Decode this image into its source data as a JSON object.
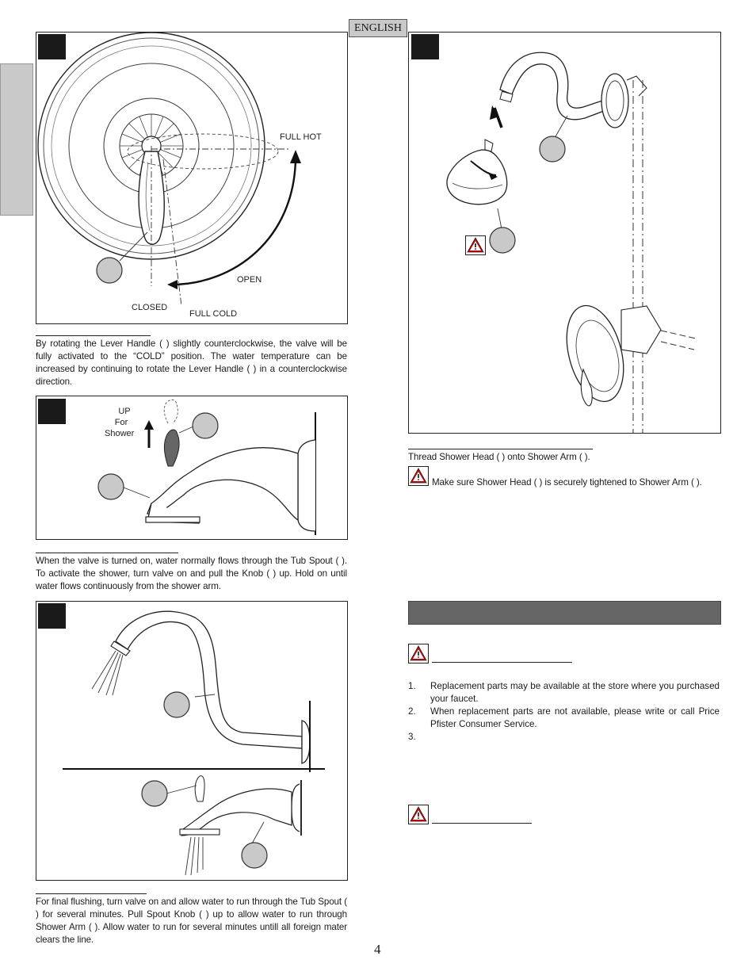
{
  "header": {
    "language_tab": "ENGLISH"
  },
  "diagram_labels": {
    "full_hot": "FULL HOT",
    "open": "OPEN",
    "closed": "CLOSED",
    "full_cold": "FULL COLD",
    "up": "UP",
    "for": "For",
    "shower": "Shower"
  },
  "paragraphs": {
    "lever": "By rotating the Lever Handle (      ) slightly counterclockwise, the valve will be fully activated to the “COLD” position. The water temperature can be increased by continuing to rotate the Lever Handle (      ) in a counterclockwise direction.",
    "spout": "When the valve is turned on, water normally flows through the Tub Spout (      ). To activate the shower, turn valve on and pull the Knob (      ) up.  Hold on until water flows continuously from the shower arm.",
    "flush": "For final flushing, turn valve on and allow water to run through the Tub Spout (      ) for several minutes.  Pull Spout Knob (      ) up to allow water to run through Shower Arm (      ). Allow water to run for several minutes untill all foreign mater clears the line.",
    "thread": "Thread Shower Head (      ) onto Shower Arm (      ).",
    "warning": "Make sure Shower Head (      ) is securely tightened to Shower Arm (      )."
  },
  "list": [
    {
      "num": "1.",
      "text": "Replacement parts may be available at the store where you purchased your faucet."
    },
    {
      "num": "2.",
      "text": "When replacement parts are not available, please write or call Price Pfister Consumer Service."
    },
    {
      "num": "3.",
      "text": ""
    }
  ],
  "footer": {
    "page_number": "4"
  }
}
